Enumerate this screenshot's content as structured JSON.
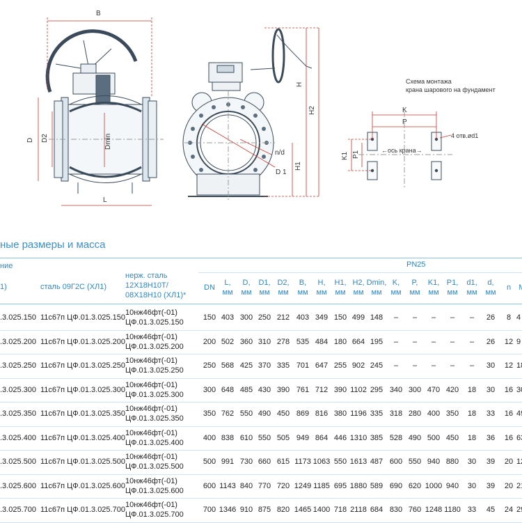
{
  "drawing": {
    "labels": {
      "B": "B",
      "D": "D",
      "D2": "D2",
      "Dmin": "Dmin",
      "L": "L",
      "H": "H",
      "H2": "H2",
      "H1": "H1",
      "nd": "n/d",
      "D1": "D 1",
      "K": "K",
      "P": "P",
      "K1": "K1",
      "P1": "P1",
      "holes": "4 отв.ød1",
      "axis": "←ось крана→"
    },
    "schema_caption": [
      "Схема монтажа",
      "крана шарового на фундамент"
    ]
  },
  "table": {
    "section_title": "ные размеры и масса",
    "header": {
      "group_label": "ние",
      "pn_label": "PN25",
      "col_a": "1)",
      "col_b": "сталь 09Г2С (ХЛ1)",
      "col_c": [
        "нерж. сталь",
        "12Х18Н10Т/",
        "08Х18Н10 (ХЛ1)*"
      ],
      "dims": [
        {
          "name": "DN",
          "unit": ""
        },
        {
          "name": "L,",
          "unit": "мм"
        },
        {
          "name": "D,",
          "unit": "мм"
        },
        {
          "name": "D1,",
          "unit": "мм"
        },
        {
          "name": "D2,",
          "unit": "мм"
        },
        {
          "name": "B,",
          "unit": "мм"
        },
        {
          "name": "H,",
          "unit": "мм"
        },
        {
          "name": "H1,",
          "unit": "мм"
        },
        {
          "name": "H2,",
          "unit": "мм"
        },
        {
          "name": "Dmin,",
          "unit": "мм"
        },
        {
          "name": "K,",
          "unit": "мм"
        },
        {
          "name": "P,",
          "unit": "мм"
        },
        {
          "name": "K1,",
          "unit": "мм"
        },
        {
          "name": "P1,",
          "unit": "мм"
        },
        {
          "name": "d1,",
          "unit": "мм"
        },
        {
          "name": "d,",
          "unit": "мм"
        },
        {
          "name": "n",
          "unit": ""
        },
        {
          "name": "Ma",
          "unit": ""
        }
      ]
    },
    "rows": [
      {
        "a": ".3.025.150",
        "b": "11с67п ЦФ.01.3.025.150",
        "c1": "10нж46фт(-01)",
        "c2": "ЦФ.01.3.025.150",
        "vals": [
          "150",
          "403",
          "300",
          "250",
          "212",
          "403",
          "349",
          "150",
          "499",
          "148",
          "–",
          "–",
          "–",
          "–",
          "–",
          "26",
          "8",
          "4"
        ]
      },
      {
        "a": ".3.025.200",
        "b": "11с67п ЦФ.01.3.025.200",
        "c1": "10нж46фт(-01)",
        "c2": "ЦФ.01.3.025.200",
        "vals": [
          "200",
          "502",
          "360",
          "310",
          "278",
          "535",
          "484",
          "180",
          "664",
          "195",
          "–",
          "–",
          "–",
          "–",
          "–",
          "26",
          "12",
          "9"
        ]
      },
      {
        "a": ".3.025.250",
        "b": "11с67п ЦФ.01.3.025.250",
        "c1": "10нж46фт(-01)",
        "c2": "ЦФ.01.3.025.250",
        "vals": [
          "250",
          "568",
          "425",
          "370",
          "335",
          "701",
          "647",
          "255",
          "902",
          "245",
          "–",
          "–",
          "–",
          "–",
          "–",
          "30",
          "12",
          "18"
        ]
      },
      {
        "a": ".3.025.300",
        "b": "11с67п ЦФ.01.3.025.300",
        "c1": "10нж46фт(-01)",
        "c2": "ЦФ.01.3.025.300",
        "vals": [
          "300",
          "648",
          "485",
          "430",
          "390",
          "761",
          "712",
          "390",
          "1102",
          "295",
          "340",
          "300",
          "470",
          "420",
          "18",
          "30",
          "16",
          "30"
        ]
      },
      {
        "a": ".3.025.350",
        "b": "11с67п ЦФ.01.3.025.350",
        "c1": "10нж46фт(-01)",
        "c2": "ЦФ.01.3.025.350",
        "vals": [
          "350",
          "762",
          "550",
          "490",
          "450",
          "869",
          "816",
          "380",
          "1196",
          "335",
          "318",
          "280",
          "400",
          "350",
          "18",
          "33",
          "16",
          "49"
        ]
      },
      {
        "a": ".3.025.400",
        "b": "11с67п ЦФ.01.3.025.400",
        "c1": "10нж46фт(-01)",
        "c2": "ЦФ.01.3.025.400",
        "vals": [
          "400",
          "838",
          "610",
          "550",
          "505",
          "949",
          "864",
          "446",
          "1310",
          "385",
          "528",
          "490",
          "500",
          "450",
          "18",
          "36",
          "16",
          "63"
        ]
      },
      {
        "a": ".3.025.500",
        "b": "11с67п ЦФ.01.3.025.500",
        "c1": "10нж46фт(-01)",
        "c2": "ЦФ.01.3.025.500",
        "vals": [
          "500",
          "991",
          "730",
          "660",
          "615",
          "1173",
          "1063",
          "550",
          "1613",
          "487",
          "600",
          "550",
          "940",
          "880",
          "30",
          "39",
          "20",
          "12"
        ]
      },
      {
        "a": ".3.025.600",
        "b": "11с67п ЦФ.01.3.025.600",
        "c1": "10нж46фт(-01)",
        "c2": "ЦФ.01.3.025.600",
        "vals": [
          "600",
          "1143",
          "840",
          "770",
          "720",
          "1249",
          "1185",
          "695",
          "1880",
          "589",
          "690",
          "620",
          "1000",
          "940",
          "30",
          "39",
          "20",
          "21"
        ]
      },
      {
        "a": ".3.025.700",
        "b": "11с67п ЦФ.01.3.025.700",
        "c1": "10нж46фт(-01)",
        "c2": "ЦФ.01.3.025.700",
        "vals": [
          "700",
          "1346",
          "910",
          "875",
          "820",
          "1465",
          "1400",
          "718",
          "2118",
          "684",
          "830",
          "760",
          "1248",
          "1180",
          "33",
          "45",
          "24",
          "29"
        ]
      }
    ]
  }
}
